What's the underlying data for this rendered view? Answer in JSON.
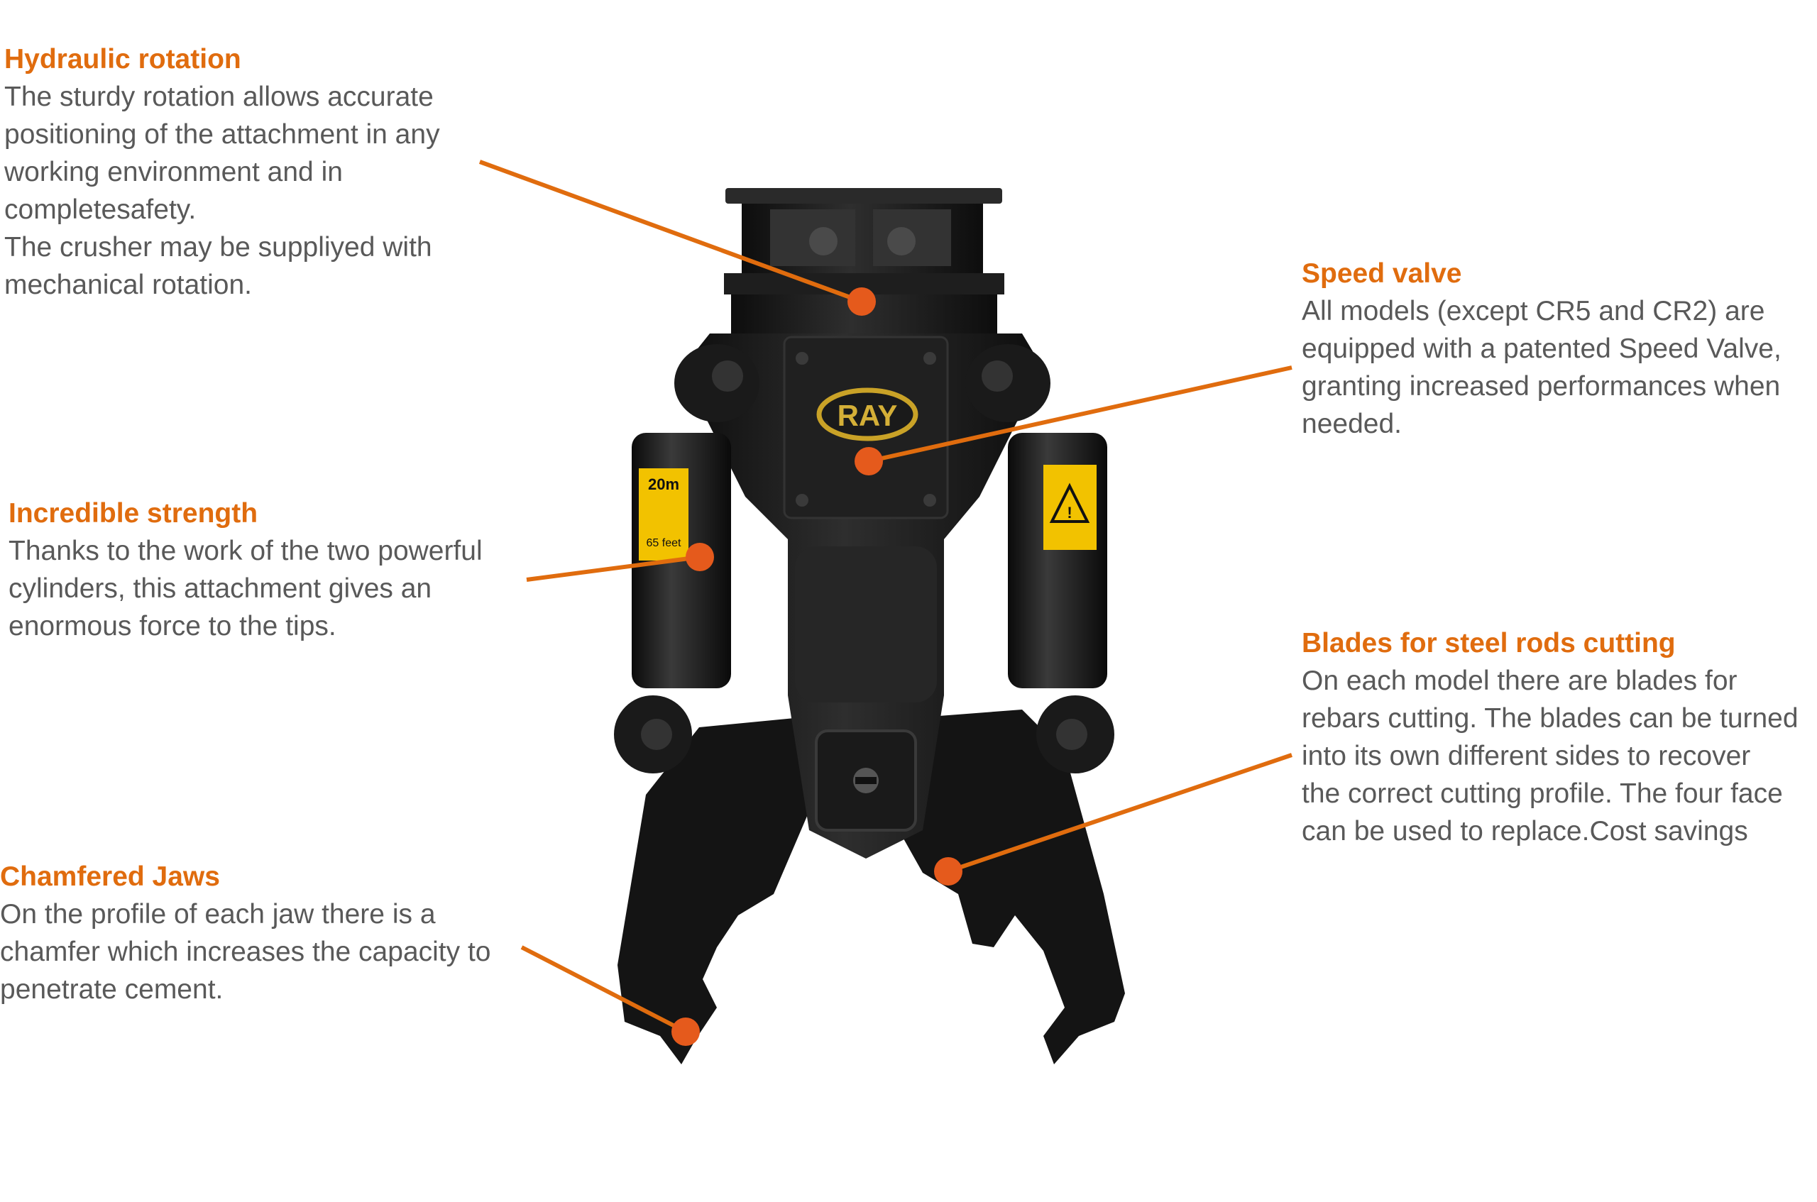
{
  "colors": {
    "accent": "#e06c0e",
    "body_text": "#595959",
    "machine": "#1c1c1c",
    "decal": "#f2c200"
  },
  "brand": {
    "logo_text": "RAY"
  },
  "decal_left": {
    "line1": "20m",
    "line2": "65 feet"
  },
  "features": {
    "hydraulic_rotation": {
      "title": "Hydraulic rotation",
      "lines": [
        "The sturdy rotation allows accurate",
        "positioning of the attachment in any",
        "working environment and in",
        "completesafety.",
        "The crusher may be suppliyed with",
        "mechanical rotation."
      ]
    },
    "speed_valve": {
      "title": "Speed valve",
      "lines": [
        "All models (except CR5 and CR2) are",
        "equipped with a patented Speed Valve,",
        "granting increased performances when",
        "needed."
      ]
    },
    "incredible_strength": {
      "title": "Incredible strength",
      "lines": [
        "Thanks to the work of the two powerful",
        "cylinders, this attachment gives an",
        "enormous force to the tips."
      ]
    },
    "blades": {
      "title": "Blades for steel rods cutting",
      "lines": [
        "On each model there are blades for",
        "rebars cutting. The blades can be turned",
        "into its own different sides to recover",
        "the correct cutting profile. The four face",
        "can be used to replace.Cost savings"
      ]
    },
    "chamfered_jaws": {
      "title": "Chamfered Jaws",
      "lines": [
        "On the profile of each jaw there is a",
        "chamfer which increases the capacity to",
        "penetrate cement."
      ]
    }
  }
}
